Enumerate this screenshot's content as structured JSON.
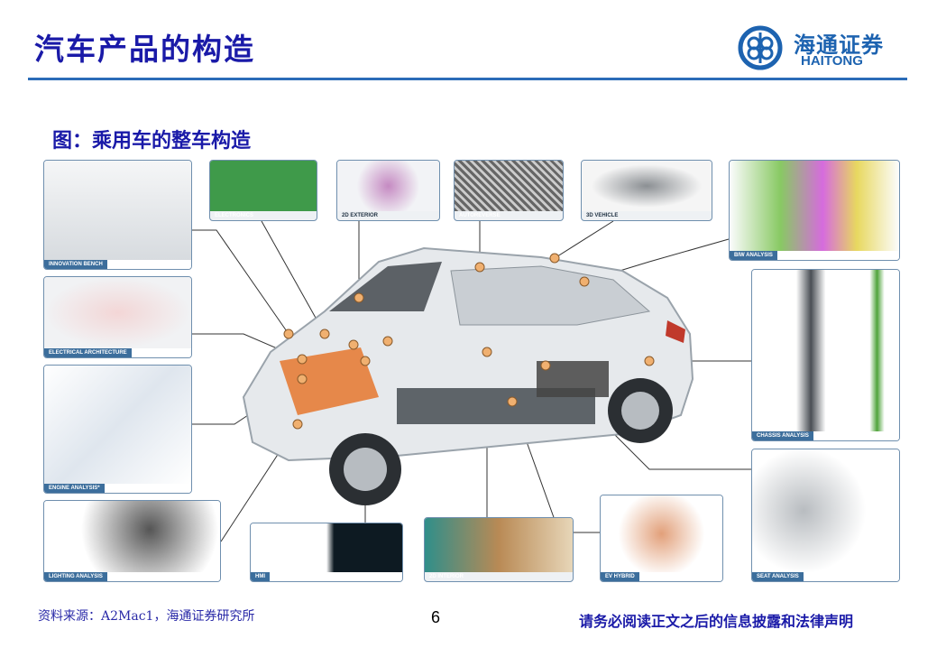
{
  "header": {
    "title": "汽车产品的构造",
    "logo_cn": "海通证券",
    "logo_en": "HAITONG"
  },
  "figure": {
    "title": "图：乘用车的整车构造"
  },
  "panels": {
    "innovation_bench": "INNOVATION BENCH",
    "electrical_architecture": "ELECTRICAL ARCHITECTURE",
    "engine_analysis": "ENGINE ANALYSIS*",
    "lighting_analysis": "LIGHTING ANALYSIS",
    "electronics": "ELECTRONICS",
    "exterior_2d": "2D EXTERIOR",
    "autoreverse": "AUTOREVERSE",
    "vehicle_3d": "3D VEHICLE",
    "biw_analysis": "BIW ANALYSIS",
    "chassis_analysis": "CHASSIS ANALYSIS",
    "seat_analysis": "SEAT ANALYSIS",
    "hmi": "HMI",
    "interior_2d": "2D INTERIOR",
    "ev_hybrid": "EV HYBRID"
  },
  "colors": {
    "title": "#1a1aa8",
    "rule": "#2b6cb8",
    "panel_label": "#3c6e9c",
    "hotspot": "#f0b070"
  },
  "footer": {
    "source": "资料来源：A2Mac1，海通证券研究所",
    "page": "6",
    "disclaimer": "请务必阅读正文之后的信息披露和法律声明"
  }
}
